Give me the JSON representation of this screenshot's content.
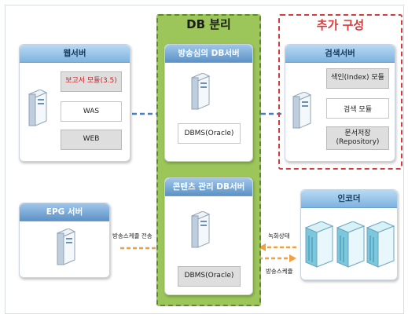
{
  "db_split": {
    "title": "DB 분리"
  },
  "extra_config": {
    "title": "추가 구성"
  },
  "web_server": {
    "title": "웹서버",
    "modules": [
      "보고서 모듈(3.5)",
      "WAS",
      "WEB"
    ]
  },
  "broadcast_db_server": {
    "title": "방송심의 DB서버",
    "dbms": "DBMS(Oracle)"
  },
  "search_server": {
    "title": "검색서버",
    "modules": [
      "색인(Index) 모듈",
      "검색 모듈",
      "문서저장\n(Repository)"
    ]
  },
  "content_db_server": {
    "title": "콘텐츠 관리 DB서버",
    "dbms": "DBMS(Oracle)"
  },
  "epg_server": {
    "title": "EPG 서버"
  },
  "encoder": {
    "title": "인코더"
  },
  "flows": {
    "epg_to_content": "방송스케쥴 전송",
    "encoder_to_content": "녹화상태",
    "content_to_encoder": "방송스케쥴"
  },
  "colors": {
    "db_split_fill": "#9cc55a",
    "extra_border": "#d63a3a",
    "header_blue": "#7fb3df",
    "link_line": "#4a7fc0",
    "arrow_orange": "#f0a040"
  }
}
